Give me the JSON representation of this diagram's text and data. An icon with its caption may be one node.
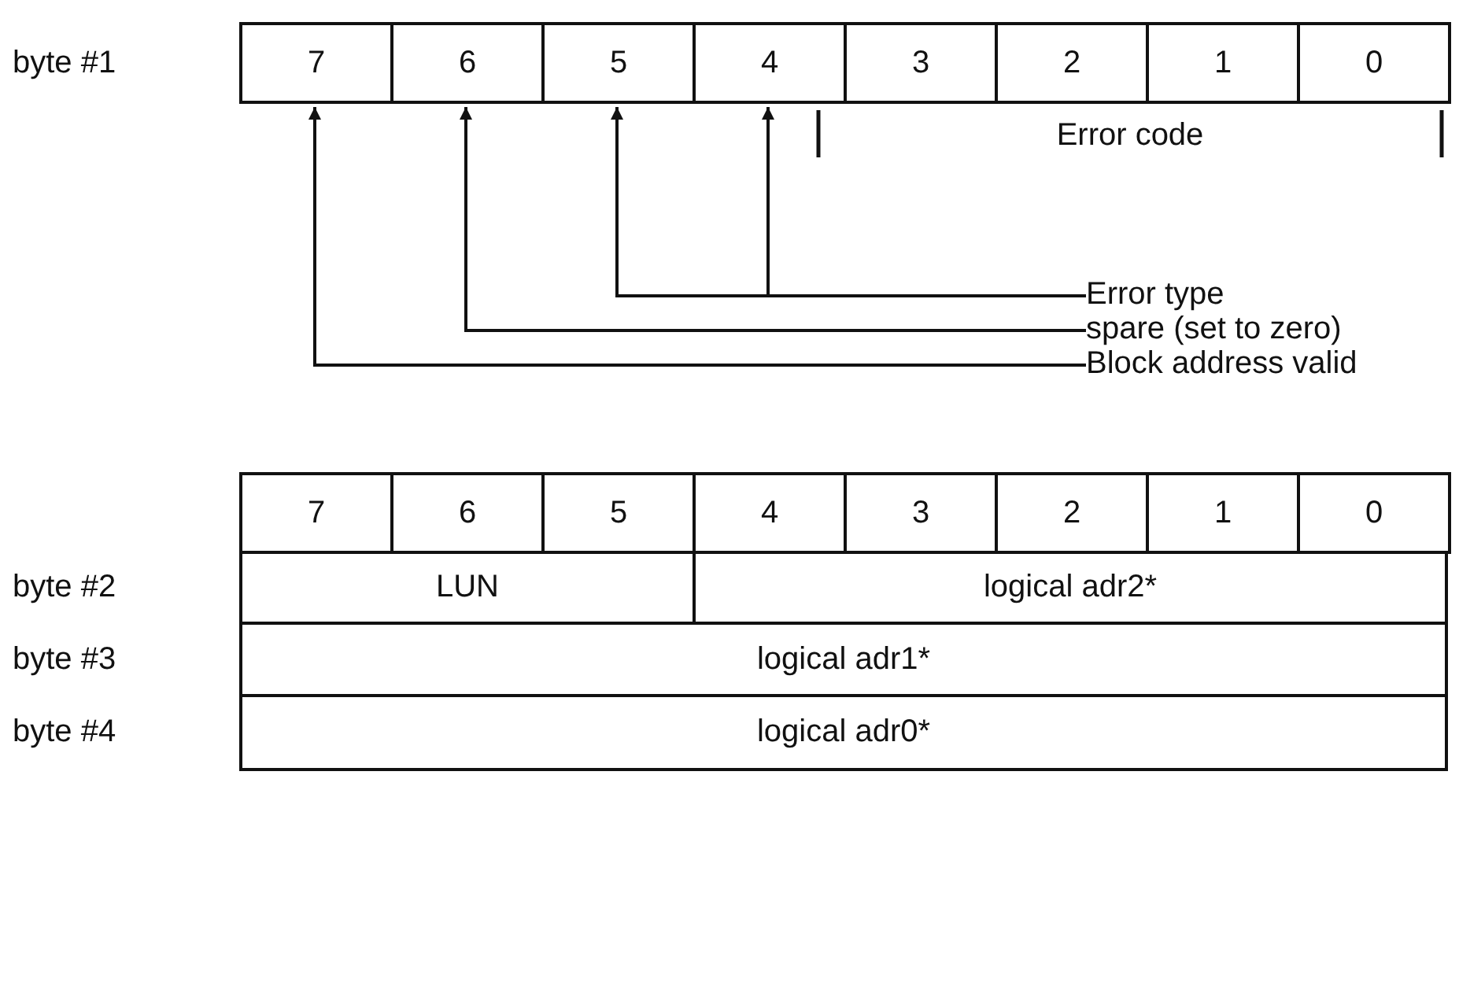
{
  "diagram": {
    "nodes": [
      {
        "text": [
          "7"
        ]
      },
      {
        "text": [
          "6"
        ]
      },
      {
        "text": [
          "5"
        ]
      },
      {
        "text": [
          "4"
        ]
      },
      {
        "text": [
          "3"
        ]
      },
      {
        "text": [
          "2"
        ]
      },
      {
        "text": [
          "1"
        ]
      },
      {
        "text": [
          "0"
        ]
      },
      {
        "text": [
          "Error type"
        ]
      },
      {
        "text": [
          "spare (set to zero)"
        ]
      },
      {
        "text": [
          "Block address valid"
        ]
      },
      {
        "text": [
          "7"
        ]
      },
      {
        "text": [
          "6"
        ]
      },
      {
        "text": [
          "5"
        ]
      },
      {
        "text": [
          "4"
        ]
      },
      {
        "text": [
          "3"
        ]
      },
      {
        "text": [
          "2"
        ]
      },
      {
        "text": [
          "1"
        ]
      },
      {
        "text": [
          "0"
        ]
      },
      {
        "text": [
          "LUN"
        ]
      },
      {
        "text": [
          "logical adr2*"
        ]
      },
      {
        "text": [
          "logical adr1*"
        ]
      },
      {
        "text": [
          "logical adr0*"
        ]
      }
    ],
    "edges": [
      {
        "from": 8,
        "to": 2,
        "arrow": "to"
      },
      {
        "from": 8,
        "to": 3,
        "arrow": "to"
      },
      {
        "from": 9,
        "to": 1,
        "arrow": "to"
      },
      {
        "from": 10,
        "to": 0,
        "arrow": "to"
      }
    ],
    "labels": [
      "byte #1",
      "Error code",
      "byte #2",
      "byte #3",
      "byte #4"
    ]
  }
}
